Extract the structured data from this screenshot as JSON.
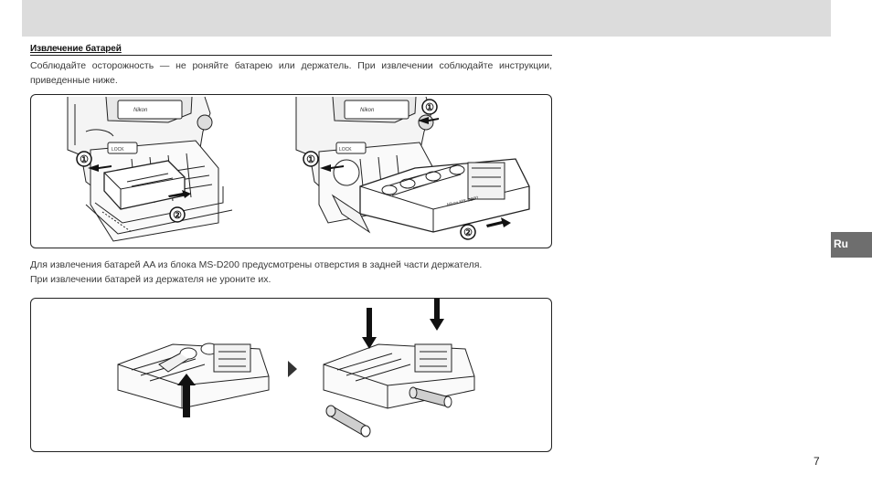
{
  "page": {
    "section_title": "Извлечение батарей",
    "intro_text": "Соблюдайте осторожность — не роняйте батарею или держатель. При извлечении соблюдайте инструкции, приведенные ниже.",
    "body_text_line1": "Для извлечения батарей AA из блока MS-D200 предусмотрены отверстия в задней части держателя.",
    "body_text_line2": "При извлечении батарей из держателя не уроните их.",
    "language_tab": "Ru",
    "page_number": "7"
  },
  "figure_top": {
    "step1": "①",
    "step2": "②",
    "brand_on_grip": "Nikon",
    "lock_label": "LOCK",
    "holder_label": "Nikon MS-D200"
  },
  "colors": {
    "top_band": "#dcdcdc",
    "tab_bg": "#6e6e6e",
    "frame": "#222222"
  }
}
